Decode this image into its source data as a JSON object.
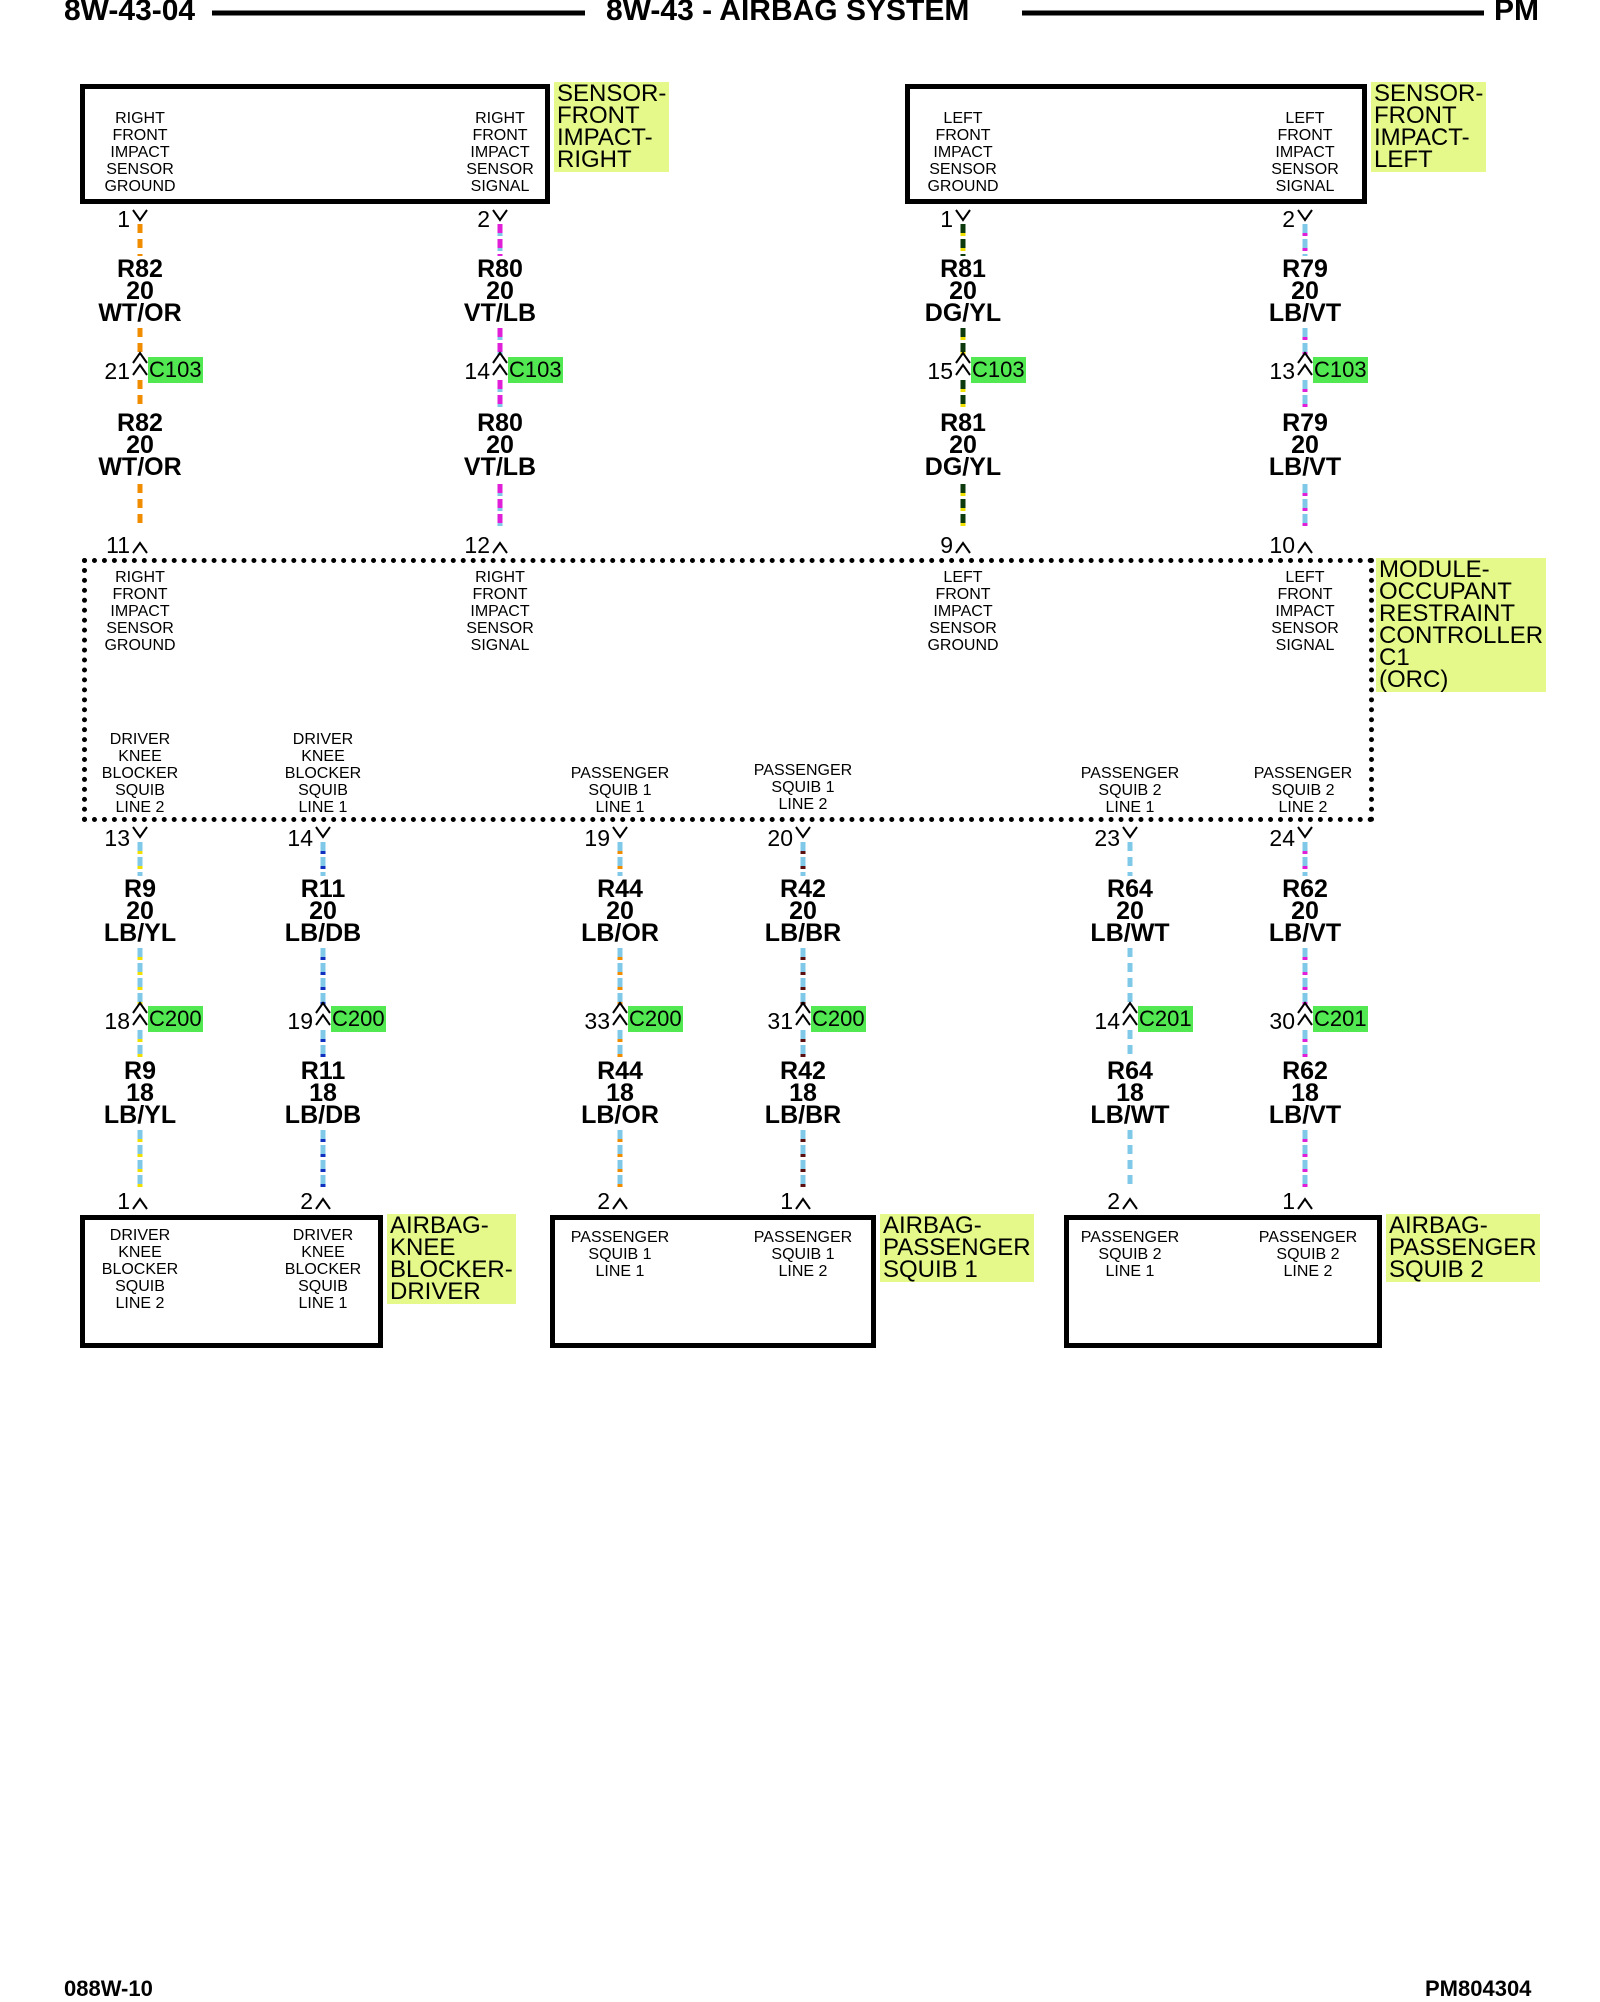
{
  "header": {
    "left": "8W-43-04",
    "center": "8W-43 - AIRBAG SYSTEM",
    "right": "PM"
  },
  "footer": {
    "left": "088W-10",
    "right": "PM804304"
  },
  "components": {
    "sensor_right": {
      "label": "SENSOR-\nFRONT\nIMPACT-\nRIGHT",
      "pins": [
        "RIGHT\nFRONT\nIMPACT\nSENSOR\nGROUND",
        "RIGHT\nFRONT\nIMPACT\nSENSOR\nSIGNAL"
      ]
    },
    "sensor_left": {
      "label": "SENSOR-\nFRONT\nIMPACT-\nLEFT",
      "pins": [
        "LEFT\nFRONT\nIMPACT\nSENSOR\nGROUND",
        "LEFT\nFRONT\nIMPACT\nSENSOR\nSIGNAL"
      ]
    },
    "orc": {
      "label": "MODULE-\nOCCUPANT\nRESTRAINT\nCONTROLLER\nC1\n(ORC)",
      "top_pins": [
        "RIGHT\nFRONT\nIMPACT\nSENSOR\nGROUND",
        "RIGHT\nFRONT\nIMPACT\nSENSOR\nSIGNAL",
        "LEFT\nFRONT\nIMPACT\nSENSOR\nGROUND",
        "LEFT\nFRONT\nIMPACT\nSENSOR\nSIGNAL"
      ],
      "bottom_pins": [
        "DRIVER\nKNEE\nBLOCKER\nSQUIB\nLINE 2",
        "DRIVER\nKNEE\nBLOCKER\nSQUIB\nLINE 1",
        "PASSENGER\nSQUIB 1\nLINE 1",
        "PASSENGER\nSQUIB 1\nLINE 2",
        "PASSENGER\nSQUIB 2\nLINE 1",
        "PASSENGER\nSQUIB 2\nLINE 2"
      ]
    },
    "airbag_knee": {
      "label": "AIRBAG-\nKNEE\nBLOCKER-\nDRIVER",
      "pins": [
        "DRIVER\nKNEE\nBLOCKER\nSQUIB\nLINE 2",
        "DRIVER\nKNEE\nBLOCKER\nSQUIB\nLINE 1"
      ]
    },
    "airbag_pass1": {
      "label": "AIRBAG-\nPASSENGER\nSQUIB 1",
      "pins": [
        "PASSENGER\nSQUIB 1\nLINE 1",
        "PASSENGER\nSQUIB 1\nLINE 2"
      ]
    },
    "airbag_pass2": {
      "label": "AIRBAG-\nPASSENGER\nSQUIB 2",
      "pins": [
        "PASSENGER\nSQUIB 2\nLINE 1",
        "PASSENGER\nSQUIB 2\nLINE 2"
      ]
    }
  },
  "top_circuits": [
    {
      "sensor_pin": "1",
      "wire1": [
        "R82",
        "20",
        "WT/OR"
      ],
      "conn_pin": "21",
      "conn": "C103",
      "wire2": [
        "R82",
        "20",
        "WT/OR"
      ],
      "orc_pin": "11",
      "colors": [
        "#f08c00",
        "#ffffff"
      ]
    },
    {
      "sensor_pin": "2",
      "wire1": [
        "R80",
        "20",
        "VT/LB"
      ],
      "conn_pin": "14",
      "conn": "C103",
      "wire2": [
        "R80",
        "20",
        "VT/LB"
      ],
      "orc_pin": "12",
      "colors": [
        "#e020d8",
        "#7fc8e8"
      ]
    },
    {
      "sensor_pin": "1",
      "wire1": [
        "R81",
        "20",
        "DG/YL"
      ],
      "conn_pin": "15",
      "conn": "C103",
      "wire2": [
        "R81",
        "20",
        "DG/YL"
      ],
      "orc_pin": "9",
      "colors": [
        "#0c3a0c",
        "#f0e000"
      ]
    },
    {
      "sensor_pin": "2",
      "wire1": [
        "R79",
        "20",
        "LB/VT"
      ],
      "conn_pin": "13",
      "conn": "C103",
      "wire2": [
        "R79",
        "20",
        "LB/VT"
      ],
      "orc_pin": "10",
      "colors": [
        "#7fc8e8",
        "#e020d8"
      ]
    }
  ],
  "bottom_circuits": [
    {
      "orc_pin": "13",
      "wire1": [
        "R9",
        "20",
        "LB/YL"
      ],
      "conn_pin": "18",
      "conn": "C200",
      "wire2": [
        "R9",
        "18",
        "LB/YL"
      ],
      "airbag_pin": "1",
      "colors": [
        "#7fc8e8",
        "#f0e000"
      ]
    },
    {
      "orc_pin": "14",
      "wire1": [
        "R11",
        "20",
        "LB/DB"
      ],
      "conn_pin": "19",
      "conn": "C200",
      "wire2": [
        "R11",
        "18",
        "LB/DB"
      ],
      "airbag_pin": "2",
      "colors": [
        "#7fc8e8",
        "#1030c0"
      ]
    },
    {
      "orc_pin": "19",
      "wire1": [
        "R44",
        "20",
        "LB/OR"
      ],
      "conn_pin": "33",
      "conn": "C200",
      "wire2": [
        "R44",
        "18",
        "LB/OR"
      ],
      "airbag_pin": "2",
      "colors": [
        "#7fc8e8",
        "#f08c00"
      ]
    },
    {
      "orc_pin": "20",
      "wire1": [
        "R42",
        "20",
        "LB/BR"
      ],
      "conn_pin": "31",
      "conn": "C200",
      "wire2": [
        "R42",
        "18",
        "LB/BR"
      ],
      "airbag_pin": "1",
      "colors": [
        "#7fc8e8",
        "#5a1010"
      ]
    },
    {
      "orc_pin": "23",
      "wire1": [
        "R64",
        "20",
        "LB/WT"
      ],
      "conn_pin": "14",
      "conn": "C201",
      "wire2": [
        "R64",
        "18",
        "LB/WT"
      ],
      "airbag_pin": "2",
      "colors": [
        "#7fc8e8",
        "#ffffff"
      ]
    },
    {
      "orc_pin": "24",
      "wire1": [
        "R62",
        "20",
        "LB/VT"
      ],
      "conn_pin": "30",
      "conn": "C201",
      "wire2": [
        "R62",
        "18",
        "LB/VT"
      ],
      "airbag_pin": "1",
      "colors": [
        "#7fc8e8",
        "#e020d8"
      ]
    }
  ]
}
